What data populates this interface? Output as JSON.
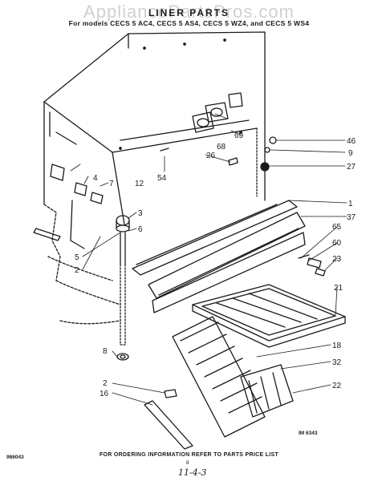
{
  "watermark": "AppliancePartsPros.com",
  "title": "LINER PARTS",
  "models_line": "For models CECS 5 AC4, CECS 5 AS4, CECS 5 WZ4, and CECS 5 WS4",
  "footer": "FOR ORDERING INFORMATION REFER TO PARTS PRICE LIST",
  "doc_number": "986043",
  "page_number": "8",
  "handwritten_note": "11-4-3",
  "image_code": "IM 6343",
  "callouts": {
    "c1": "1",
    "c2a": "2",
    "c2b": "2",
    "c3": "3",
    "c4": "4",
    "c5": "5",
    "c6": "6",
    "c7": "7",
    "c8": "8",
    "c9": "9",
    "c12": "12",
    "c16": "16",
    "c18": "18",
    "c21": "21",
    "c22": "22",
    "c23": "23",
    "c26": "26",
    "c27": "27",
    "c32": "32",
    "c37": "37",
    "c46": "46",
    "c54": "54",
    "c60": "60",
    "c65": "65",
    "c68": "68",
    "c69": "69"
  }
}
